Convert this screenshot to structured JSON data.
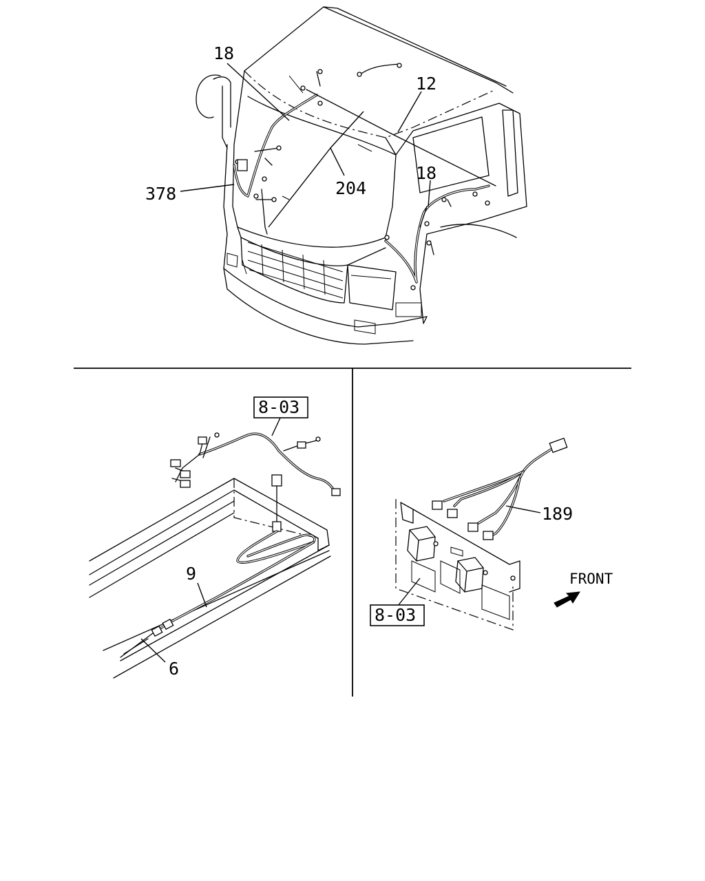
{
  "callouts": {
    "c18a": "18",
    "c12": "12",
    "c18b": "18",
    "c378": "378",
    "c204": "204",
    "ref_left": "8-03",
    "c9": "9",
    "c6": "6",
    "c189": "189",
    "ref_right": "8-03"
  },
  "front_label": "FRONT"
}
